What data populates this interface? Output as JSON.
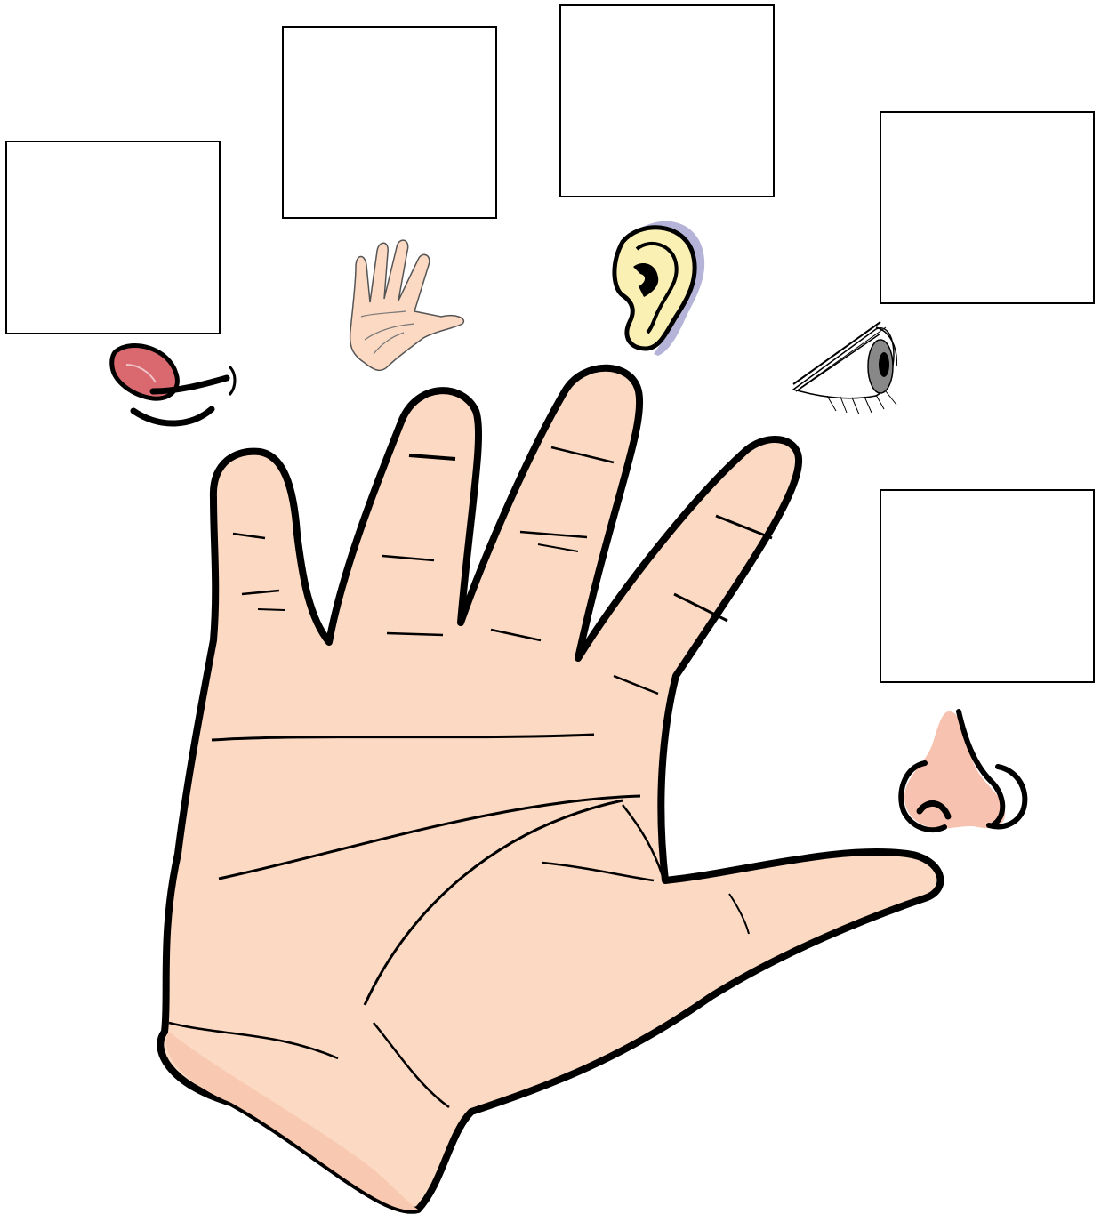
{
  "worksheet": {
    "boxes": [
      {
        "id": "taste",
        "text": ""
      },
      {
        "id": "touch",
        "text": ""
      },
      {
        "id": "hearing",
        "text": ""
      },
      {
        "id": "sight",
        "text": ""
      },
      {
        "id": "smell",
        "text": ""
      }
    ],
    "pictures": [
      "tongue-icon",
      "hand-icon",
      "ear-icon",
      "eye-icon",
      "nose-icon",
      "palm-illustration"
    ],
    "colors": {
      "skin": "#fcd9c2",
      "skin_shadow": "#f4bfa6",
      "outline": "#000000",
      "tongue": "#d9686f",
      "ear": "#fbf0b4",
      "ear_shadow": "#b6b3d8",
      "iris": "#888888"
    }
  }
}
